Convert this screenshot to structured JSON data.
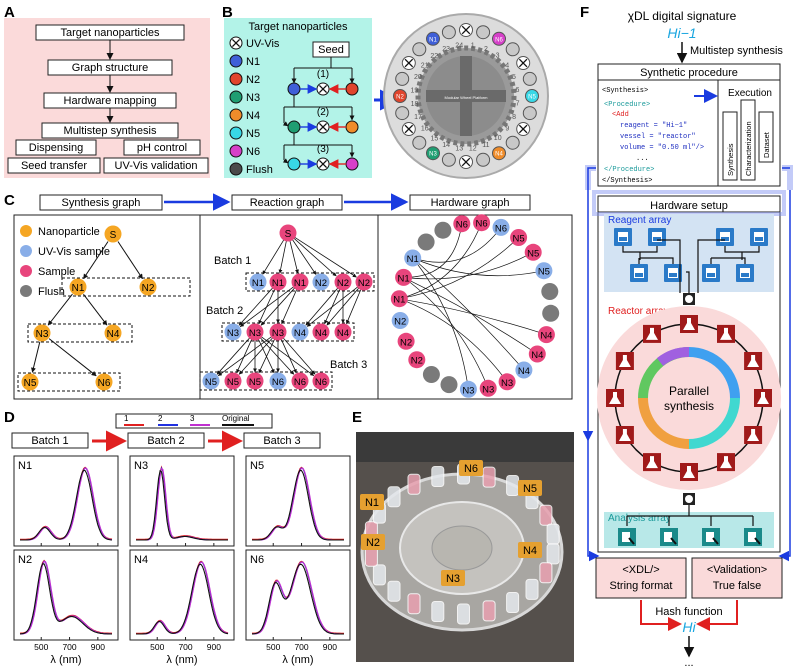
{
  "panels": {
    "A": "A",
    "B": "B",
    "C": "C",
    "D": "D",
    "E": "E",
    "F": "F"
  },
  "panelA": {
    "steps": [
      "Target nanoparticles",
      "Graph structure",
      "Hardware mapping",
      "Multistep synthesis"
    ],
    "sub": [
      "Dispensing",
      "pH control",
      "Seed transfer",
      "UV-Vis validation"
    ]
  },
  "panelB": {
    "legend_title": "Target nanoparticles",
    "legend": [
      {
        "label": "UV-Vis",
        "color": "#ffffff",
        "cross": true
      },
      {
        "label": "N1",
        "color": "#3f5fd8"
      },
      {
        "label": "N2",
        "color": "#e0442c"
      },
      {
        "label": "N3",
        "color": "#1f9e72"
      },
      {
        "label": "N4",
        "color": "#ef8c2a"
      },
      {
        "label": "N5",
        "color": "#38d8e6"
      },
      {
        "label": "N6",
        "color": "#d640c9"
      },
      {
        "label": "Flush",
        "color": "#4a4a4a"
      }
    ],
    "seed": "Seed",
    "steps": [
      "(1)",
      "(2)",
      "(3)"
    ],
    "wheel": {
      "numbers": [
        "1",
        "2",
        "3",
        "4",
        "5",
        "6",
        "7",
        "8",
        "9",
        "10",
        "11",
        "12",
        "13",
        "14",
        "15",
        "16",
        "17",
        "18",
        "19",
        "20",
        "21",
        "22",
        "23",
        "24"
      ],
      "slots": [
        "N6",
        "N1",
        "N5",
        "N2",
        "N4",
        "N3"
      ],
      "center": "Modular Wheel Platform"
    }
  },
  "panelC": {
    "headers": [
      "Synthesis graph",
      "Reaction graph",
      "Hardware graph"
    ],
    "legend": [
      {
        "label": "Nanoparticle",
        "color": "#f5a623"
      },
      {
        "label": "UV-Vis sample",
        "color": "#89aee8"
      },
      {
        "label": "Sample",
        "color": "#e8457c"
      },
      {
        "label": "Flush",
        "color": "#7a7a7a"
      }
    ],
    "syn_nodes": [
      "S",
      "N1",
      "N2",
      "N3",
      "N4",
      "N5",
      "N6"
    ],
    "batches": [
      "Batch 1",
      "Batch 2",
      "Batch 3"
    ],
    "rx_row1": [
      "N1",
      "N1",
      "N1",
      "N2",
      "N2",
      "N2"
    ],
    "rx_row2": [
      "N3",
      "N3",
      "N3",
      "N4",
      "N4",
      "N4"
    ],
    "rx_row3": [
      "N5",
      "N5",
      "N5",
      "N6",
      "N6",
      "N6"
    ],
    "hw_nodes": [
      "N6",
      "N6",
      "N6",
      "N5",
      "N5",
      "N5",
      "N4",
      "N4",
      "N4",
      "N3",
      "N3",
      "N3",
      "N2",
      "N2",
      "N2",
      "N1",
      "N1",
      "N1"
    ]
  },
  "panelD": {
    "legend": [
      {
        "label": "1",
        "color": "#e02020"
      },
      {
        "label": "2",
        "color": "#2030e0"
      },
      {
        "label": "3",
        "color": "#c030d0"
      },
      {
        "label": "Original",
        "color": "#111111"
      }
    ],
    "batches": [
      "Batch 1",
      "Batch 2",
      "Batch 3"
    ],
    "plot_labels": [
      "N1",
      "N3",
      "N5",
      "N2",
      "N4",
      "N6"
    ],
    "xticks": [
      "500",
      "700",
      "900"
    ],
    "xlabel": "λ (nm)"
  },
  "panelE": {
    "labels": [
      "N6",
      "N5",
      "N1",
      "N2",
      "N4",
      "N3"
    ]
  },
  "panelF": {
    "title": "χDL digital signature",
    "hash_in": "Hi−1",
    "multistep": "Multistep synthesis",
    "synthetic_procedure": "Synthetic procedure",
    "code": [
      "<Synthesis>",
      "<Procedure>",
      "<Add",
      "reagent = \"Hi−1\"",
      "vessel = \"reactor\"",
      "volume = \"0.50 ml\"/>",
      "...",
      "</Procedure>",
      "</Synthesis>"
    ],
    "execution": "Execution",
    "exec_cols": [
      "Synthesis",
      "Characterization",
      "Dataset"
    ],
    "hardware_setup": "Hardware setup",
    "reagent_array": "Reagent array",
    "reactor_array": "Reactor array",
    "parallel": "Parallel",
    "synthesis": "synthesis",
    "analysis_array": "Analysis array",
    "xdl_box": [
      "<XDL/>",
      "String format"
    ],
    "val_box": [
      "<Validation>",
      "True false"
    ],
    "hash_function": "Hash function",
    "hash_out": "Hi",
    "dots": "..."
  }
}
